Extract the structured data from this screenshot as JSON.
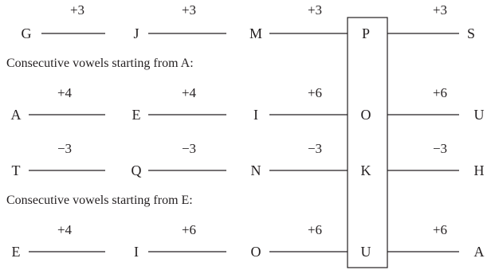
{
  "captions": [
    "Consecutive vowels starting from A:",
    "Consecutive vowels starting from E:"
  ],
  "rows": [
    {
      "letters": [
        "G",
        "J",
        "M",
        "P",
        "S"
      ],
      "steps": [
        "+3",
        "+3",
        "+3",
        "+3"
      ]
    },
    {
      "letters": [
        "A",
        "E",
        "I",
        "O",
        "U"
      ],
      "steps": [
        "+4",
        "+4",
        "+6",
        "+6"
      ]
    },
    {
      "letters": [
        "T",
        "Q",
        "N",
        "K",
        "H"
      ],
      "steps": [
        "−3",
        "−3",
        "−3",
        "−3"
      ]
    },
    {
      "letters": [
        "E",
        "I",
        "O",
        "U",
        "A"
      ],
      "steps": [
        "+4",
        "+6",
        "+6",
        "+6"
      ]
    }
  ],
  "answer_column": [
    "P",
    "O",
    "K",
    "U"
  ]
}
